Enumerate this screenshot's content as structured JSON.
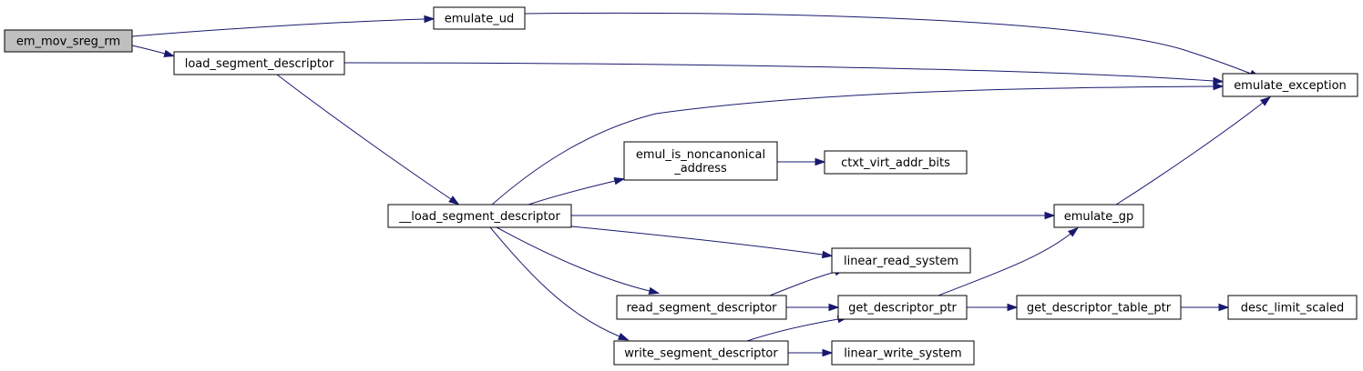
{
  "graph": {
    "edge_color": "#191970",
    "root_fill": "#bfbfbf",
    "nodes": [
      {
        "id": "em_mov_sreg_rm",
        "lines": [
          "em_mov_sreg_rm"
        ],
        "root": true
      },
      {
        "id": "emulate_ud",
        "lines": [
          "emulate_ud"
        ]
      },
      {
        "id": "load_segment_descriptor",
        "lines": [
          "load_segment_descriptor"
        ]
      },
      {
        "id": "emulate_exception",
        "lines": [
          "emulate_exception"
        ]
      },
      {
        "id": "__load_segment_descriptor",
        "lines": [
          "__load_segment_descriptor"
        ]
      },
      {
        "id": "emul_is_noncanonical_address",
        "lines": [
          "emul_is_noncanonical",
          "_address"
        ]
      },
      {
        "id": "ctxt_virt_addr_bits",
        "lines": [
          "ctxt_virt_addr_bits"
        ]
      },
      {
        "id": "emulate_gp",
        "lines": [
          "emulate_gp"
        ]
      },
      {
        "id": "linear_read_system",
        "lines": [
          "linear_read_system"
        ]
      },
      {
        "id": "read_segment_descriptor",
        "lines": [
          "read_segment_descriptor"
        ]
      },
      {
        "id": "get_descriptor_ptr",
        "lines": [
          "get_descriptor_ptr"
        ]
      },
      {
        "id": "get_descriptor_table_ptr",
        "lines": [
          "get_descriptor_table_ptr"
        ]
      },
      {
        "id": "desc_limit_scaled",
        "lines": [
          "desc_limit_scaled"
        ]
      },
      {
        "id": "write_segment_descriptor",
        "lines": [
          "write_segment_descriptor"
        ]
      },
      {
        "id": "linear_write_system",
        "lines": [
          "linear_write_system"
        ]
      }
    ],
    "edges": [
      {
        "from": "em_mov_sreg_rm",
        "to": "emulate_ud"
      },
      {
        "from": "em_mov_sreg_rm",
        "to": "load_segment_descriptor"
      },
      {
        "from": "emulate_ud",
        "to": "emulate_exception"
      },
      {
        "from": "load_segment_descriptor",
        "to": "emulate_exception"
      },
      {
        "from": "load_segment_descriptor",
        "to": "__load_segment_descriptor"
      },
      {
        "from": "__load_segment_descriptor",
        "to": "emulate_exception"
      },
      {
        "from": "__load_segment_descriptor",
        "to": "emul_is_noncanonical_address"
      },
      {
        "from": "__load_segment_descriptor",
        "to": "emulate_gp"
      },
      {
        "from": "__load_segment_descriptor",
        "to": "linear_read_system"
      },
      {
        "from": "__load_segment_descriptor",
        "to": "read_segment_descriptor"
      },
      {
        "from": "__load_segment_descriptor",
        "to": "write_segment_descriptor"
      },
      {
        "from": "emul_is_noncanonical_address",
        "to": "ctxt_virt_addr_bits"
      },
      {
        "from": "emulate_gp",
        "to": "emulate_exception"
      },
      {
        "from": "read_segment_descriptor",
        "to": "linear_read_system"
      },
      {
        "from": "read_segment_descriptor",
        "to": "get_descriptor_ptr"
      },
      {
        "from": "get_descriptor_ptr",
        "to": "emulate_gp"
      },
      {
        "from": "get_descriptor_ptr",
        "to": "get_descriptor_table_ptr"
      },
      {
        "from": "get_descriptor_table_ptr",
        "to": "desc_limit_scaled"
      },
      {
        "from": "write_segment_descriptor",
        "to": "get_descriptor_ptr"
      },
      {
        "from": "write_segment_descriptor",
        "to": "linear_write_system"
      }
    ]
  }
}
